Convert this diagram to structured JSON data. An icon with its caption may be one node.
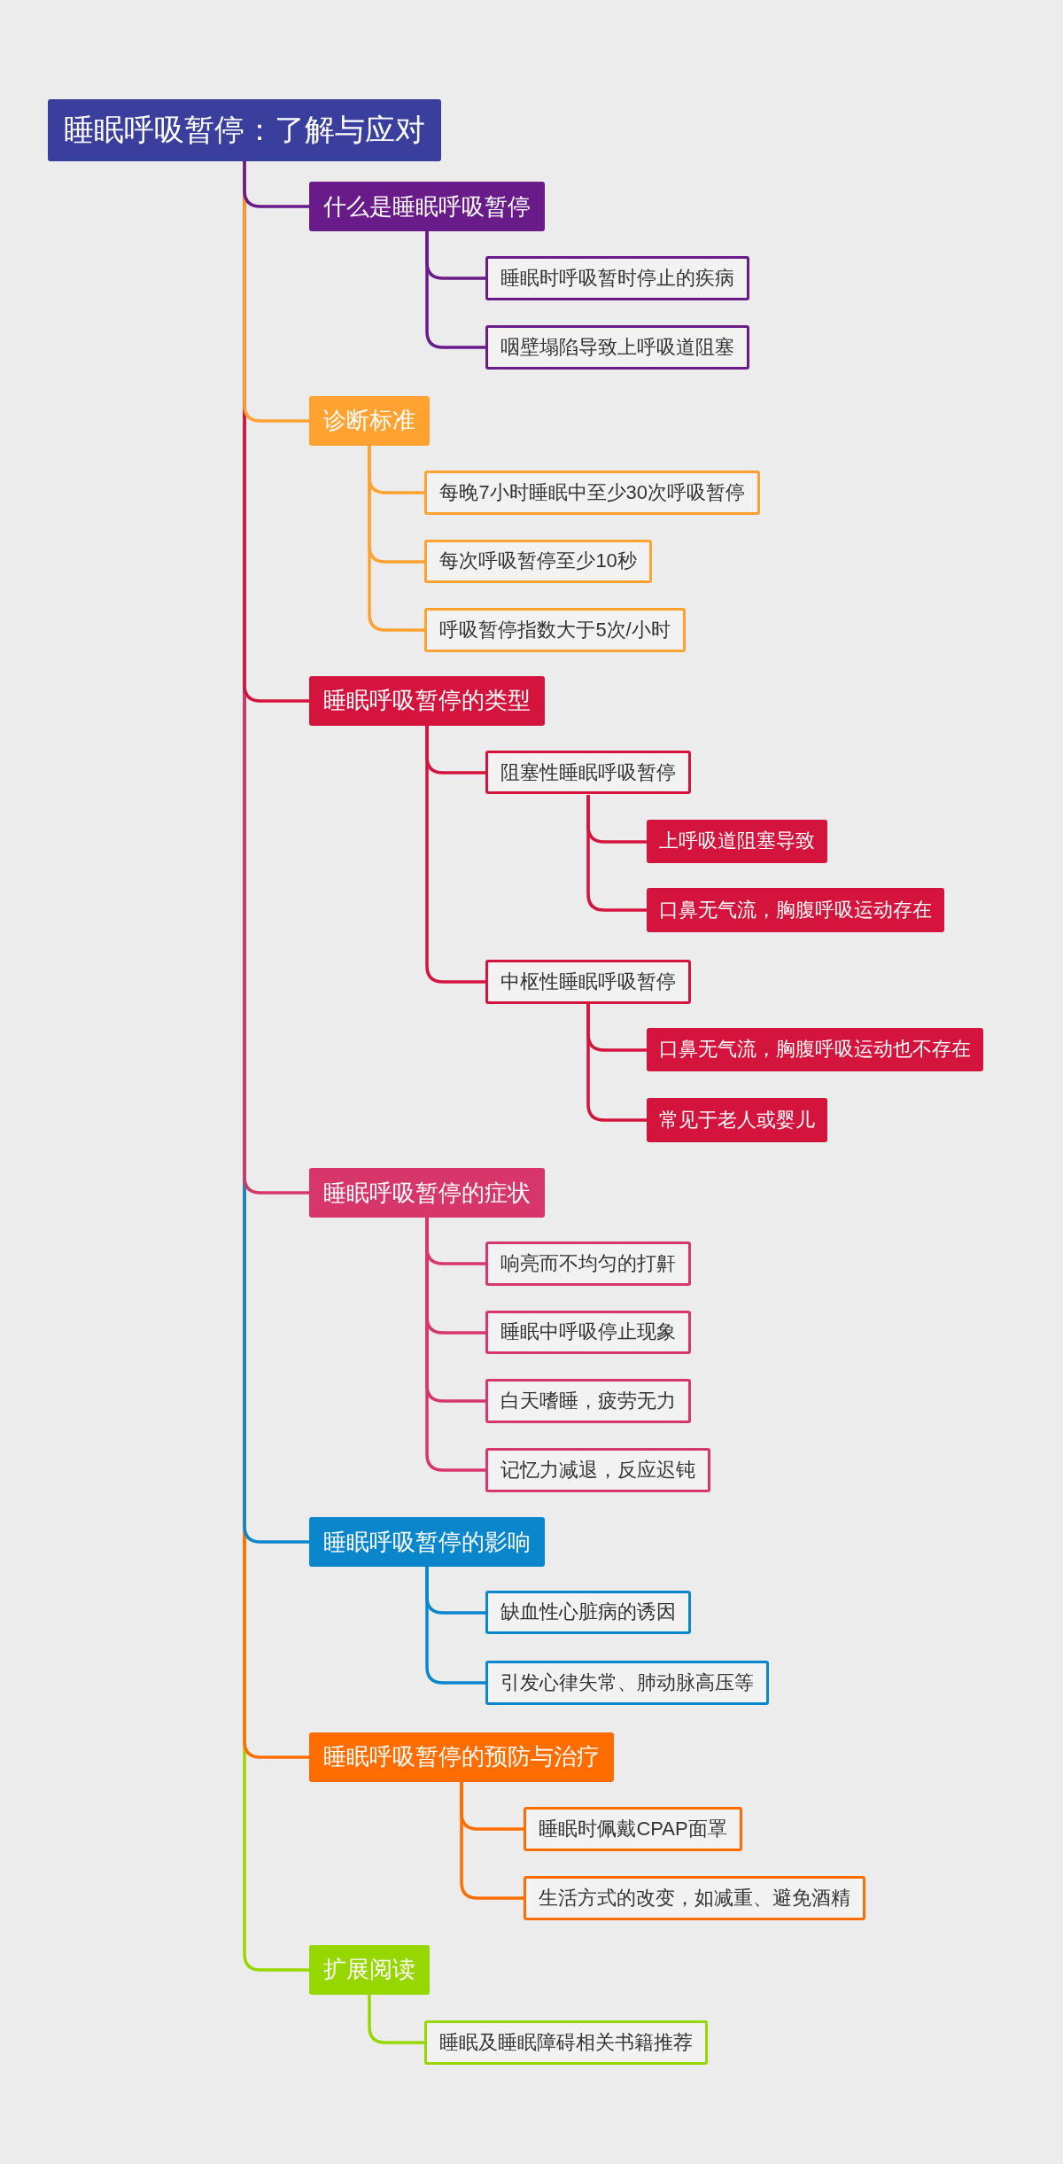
{
  "diagram": {
    "nodes": [
      {
        "text": [
          "睡眠呼吸暂停：了解与应对"
        ]
      },
      {
        "text": [
          "什么是睡眠呼吸暂停"
        ]
      },
      {
        "text": [
          "睡眠时呼吸暂时停止的疾病"
        ]
      },
      {
        "text": [
          "咽壁塌陷导致上呼吸道阻塞"
        ]
      },
      {
        "text": [
          "诊断标准"
        ]
      },
      {
        "text": [
          "每晚7小时睡眠中至少30次呼吸暂停"
        ]
      },
      {
        "text": [
          "每次呼吸暂停至少10秒"
        ]
      },
      {
        "text": [
          "呼吸暂停指数大于5次/小时"
        ]
      },
      {
        "text": [
          "睡眠呼吸暂停的类型"
        ]
      },
      {
        "text": [
          "阻塞性睡眠呼吸暂停"
        ]
      },
      {
        "text": [
          "上呼吸道阻塞导致"
        ]
      },
      {
        "text": [
          "口鼻无气流，胸腹呼吸运动存在"
        ]
      },
      {
        "text": [
          "中枢性睡眠呼吸暂停"
        ]
      },
      {
        "text": [
          "口鼻无气流，胸腹呼吸运动也不存在"
        ]
      },
      {
        "text": [
          "常见于老人或婴儿"
        ]
      },
      {
        "text": [
          "睡眠呼吸暂停的症状"
        ]
      },
      {
        "text": [
          "响亮而不均匀的打鼾"
        ]
      },
      {
        "text": [
          "睡眠中呼吸停止现象"
        ]
      },
      {
        "text": [
          "白天嗜睡，疲劳无力"
        ]
      },
      {
        "text": [
          "记忆力减退，反应迟钝"
        ]
      },
      {
        "text": [
          "睡眠呼吸暂停的影响"
        ]
      },
      {
        "text": [
          "缺血性心脏病的诱因"
        ]
      },
      {
        "text": [
          "引发心律失常、肺动脉高压等"
        ]
      },
      {
        "text": [
          "睡眠呼吸暂停的预防与治疗"
        ]
      },
      {
        "text": [
          "睡眠时佩戴CPAP面罩"
        ]
      },
      {
        "text": [
          "生活方式的改变，如减重、避免酒精"
        ]
      },
      {
        "text": [
          "扩展阅读"
        ]
      },
      {
        "text": [
          "睡眠及睡眠障碍相关书籍推荐"
        ]
      }
    ],
    "edges": [
      {
        "from": 0,
        "to": 1,
        "arrow": "none",
        "color": "#6a1b8a"
      },
      {
        "from": 1,
        "to": 2,
        "arrow": "none",
        "color": "#6a1b8a"
      },
      {
        "from": 1,
        "to": 3,
        "arrow": "none",
        "color": "#6a1b8a"
      },
      {
        "from": 0,
        "to": 4,
        "arrow": "none",
        "color": "#ffa230"
      },
      {
        "from": 4,
        "to": 5,
        "arrow": "none",
        "color": "#ffa230"
      },
      {
        "from": 4,
        "to": 6,
        "arrow": "none",
        "color": "#ffa230"
      },
      {
        "from": 4,
        "to": 7,
        "arrow": "none",
        "color": "#ffa230"
      },
      {
        "from": 0,
        "to": 8,
        "arrow": "none",
        "color": "#d4143c"
      },
      {
        "from": 8,
        "to": 9,
        "arrow": "none",
        "color": "#d4143c"
      },
      {
        "from": 9,
        "to": 10,
        "arrow": "none",
        "color": "#d4143c"
      },
      {
        "from": 9,
        "to": 11,
        "arrow": "none",
        "color": "#d4143c"
      },
      {
        "from": 8,
        "to": 12,
        "arrow": "none",
        "color": "#d4143c"
      },
      {
        "from": 12,
        "to": 13,
        "arrow": "none",
        "color": "#d4143c"
      },
      {
        "from": 12,
        "to": 14,
        "arrow": "none",
        "color": "#d4143c"
      },
      {
        "from": 0,
        "to": 15,
        "arrow": "none",
        "color": "#d6366a"
      },
      {
        "from": 15,
        "to": 16,
        "arrow": "none",
        "color": "#d6366a"
      },
      {
        "from": 15,
        "to": 17,
        "arrow": "none",
        "color": "#d6366a"
      },
      {
        "from": 15,
        "to": 18,
        "arrow": "none",
        "color": "#d6366a"
      },
      {
        "from": 15,
        "to": 19,
        "arrow": "none",
        "color": "#d6366a"
      },
      {
        "from": 0,
        "to": 20,
        "arrow": "none",
        "color": "#0a86cc"
      },
      {
        "from": 20,
        "to": 21,
        "arrow": "none",
        "color": "#0a86cc"
      },
      {
        "from": 20,
        "to": 22,
        "arrow": "none",
        "color": "#0a86cc"
      },
      {
        "from": 0,
        "to": 23,
        "arrow": "none",
        "color": "#ff6d00"
      },
      {
        "from": 23,
        "to": 24,
        "arrow": "none",
        "color": "#ff6d00"
      },
      {
        "from": 23,
        "to": 25,
        "arrow": "none",
        "color": "#ff6d00"
      },
      {
        "from": 0,
        "to": 26,
        "arrow": "none",
        "color": "#97d700"
      },
      {
        "from": 26,
        "to": 27,
        "arrow": "none",
        "color": "#97d700"
      }
    ]
  }
}
